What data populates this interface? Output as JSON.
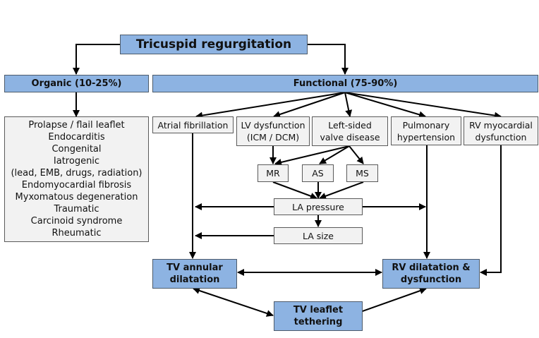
{
  "title": "Tricuspid regurgitation",
  "organic": {
    "label": "Organic (10-25%)",
    "causes": [
      "Prolapse / flail leaflet",
      "Endocarditis",
      "Congenital",
      "Iatrogenic",
      "(lead, EMB, drugs, radiation)",
      "Endomyocardial fibrosis",
      "Myxomatous degeneration",
      "Traumatic",
      "Carcinoid syndrome",
      "Rheumatic"
    ]
  },
  "functional": {
    "label": "Functional (75-90%)",
    "causes": {
      "af": "Atrial fibrillation",
      "lv": [
        "LV dysfunction",
        "(ICM / DCM)"
      ],
      "valve": [
        "Left-sided",
        "valve disease"
      ],
      "ph": [
        "Pulmonary",
        "hypertension"
      ],
      "rv": [
        "RV myocardial",
        "dysfunction"
      ]
    },
    "valves": [
      "MR",
      "AS",
      "MS"
    ],
    "la_pressure": "LA pressure",
    "la_size": "LA size"
  },
  "outcomes": {
    "annular": [
      "TV annular",
      "dilatation"
    ],
    "rv": [
      "RV dilatation &",
      "dysfunction"
    ],
    "tethering": [
      "TV leaflet",
      "tethering"
    ]
  },
  "colors": {
    "primary_box": "#8db3e2",
    "secondary_box": "#f2f2f2",
    "line": "#000000"
  }
}
